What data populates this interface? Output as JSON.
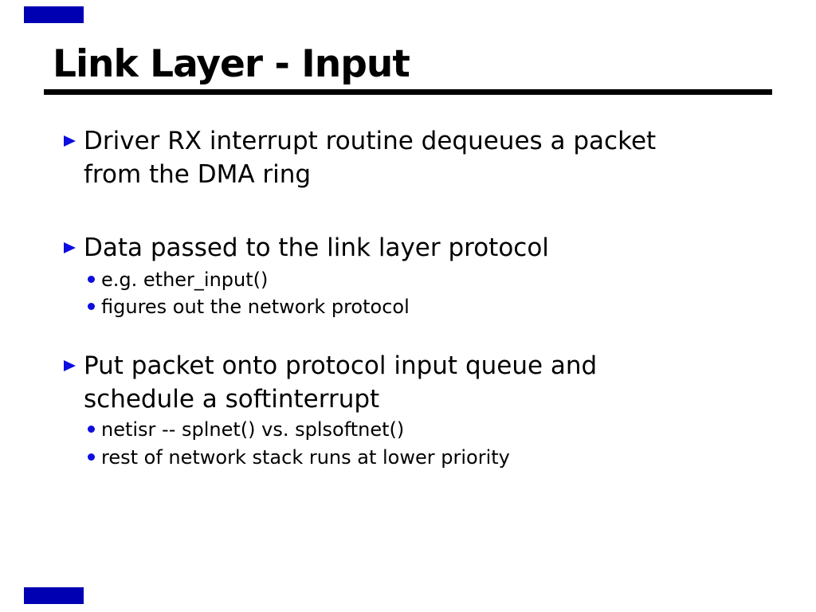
{
  "slide": {
    "title": "Link Layer - Input",
    "bullets": [
      {
        "text": "Driver RX interrupt routine dequeues a packet\nfrom the DMA ring",
        "sub": []
      },
      {
        "text": "Data passed to the link layer protocol",
        "sub": [
          "e.g. ether_input()",
          "figures out the network protocol"
        ]
      },
      {
        "text": "Put packet onto protocol input queue and\nschedule a softinterrupt",
        "sub": [
          "netisr -- splnet() vs. splsoftnet()",
          "rest of network stack runs at lower priority"
        ]
      }
    ],
    "colors": {
      "bullet_blue": "#0d0de0",
      "accent_bar_blue": "#0000b3",
      "text": "#000000",
      "rule": "#000000",
      "background": "#ffffff"
    }
  }
}
